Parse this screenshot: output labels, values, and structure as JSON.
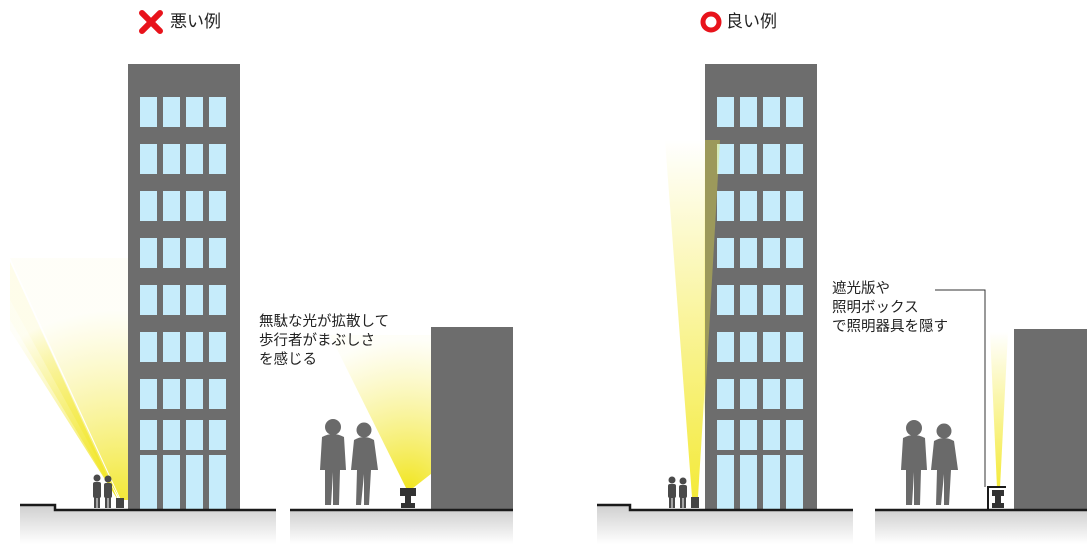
{
  "bad": {
    "title": "悪い例",
    "note_lines": [
      "無駄な光が拡散して",
      "歩行者がまぶしさ",
      "を感じる"
    ]
  },
  "good": {
    "title": "良い例",
    "note_lines": [
      "遮光版や",
      "照明ボックス",
      "で照明器具を隠す"
    ]
  },
  "colors": {
    "bad_mark": "#e8131b",
    "good_mark": "#e8131b",
    "building": "#6d6d6d",
    "window": "#c6ecfb",
    "light": "#f4ea3a",
    "ground": "#d4d4d4"
  },
  "icons": {
    "bad_mark": "cross-icon",
    "good_mark": "circle-icon"
  }
}
